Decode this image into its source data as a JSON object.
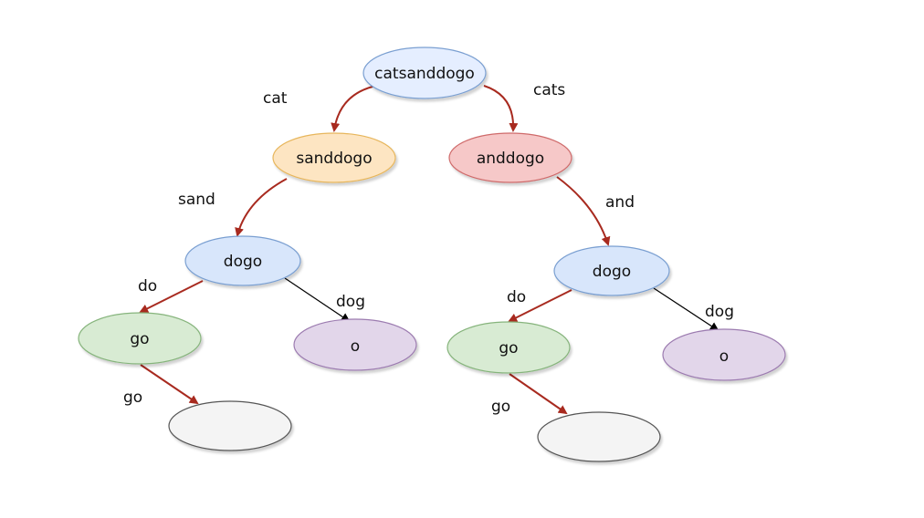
{
  "nodes": {
    "root": {
      "label": "catsanddogo",
      "fill": "#e5eeff",
      "stroke": "#7a9fd1"
    },
    "sanddogo": {
      "label": "sanddogo",
      "fill": "#fde5c2",
      "stroke": "#e7b65c"
    },
    "anddogo": {
      "label": "anddogo",
      "fill": "#f6c8c8",
      "stroke": "#cf6b6b"
    },
    "dogo_left": {
      "label": "dogo",
      "fill": "#d8e6fb",
      "stroke": "#7a9fd1"
    },
    "dogo_right": {
      "label": "dogo",
      "fill": "#d8e6fb",
      "stroke": "#7a9fd1"
    },
    "go_left": {
      "label": "go",
      "fill": "#d8ebd3",
      "stroke": "#86b47c"
    },
    "go_right": {
      "label": "go",
      "fill": "#d8ebd3",
      "stroke": "#86b47c"
    },
    "o_left": {
      "label": "o",
      "fill": "#e2d6ea",
      "stroke": "#9c7bb0"
    },
    "o_right": {
      "label": "o",
      "fill": "#e2d6ea",
      "stroke": "#9c7bb0"
    },
    "empty_left": {
      "label": "",
      "fill": "#f4f4f4",
      "stroke": "#555555"
    },
    "empty_right": {
      "label": "",
      "fill": "#f4f4f4",
      "stroke": "#555555"
    }
  },
  "edges": {
    "root_to_sanddogo": {
      "label": "cat",
      "color": "#a82a1f"
    },
    "root_to_anddogo": {
      "label": "cats",
      "color": "#a82a1f"
    },
    "sanddogo_to_dogo": {
      "label": "sand",
      "color": "#a82a1f"
    },
    "anddogo_to_dogo": {
      "label": "and",
      "color": "#a82a1f"
    },
    "dogo_left_to_go": {
      "label": "do",
      "color": "#a82a1f"
    },
    "dogo_left_to_o": {
      "label": "dog",
      "color": "#000000"
    },
    "dogo_right_to_go": {
      "label": "do",
      "color": "#a82a1f"
    },
    "dogo_right_to_o": {
      "label": "dog",
      "color": "#000000"
    },
    "go_left_to_empty": {
      "label": "go",
      "color": "#a82a1f"
    },
    "go_right_to_empty": {
      "label": "go",
      "color": "#a82a1f"
    }
  }
}
